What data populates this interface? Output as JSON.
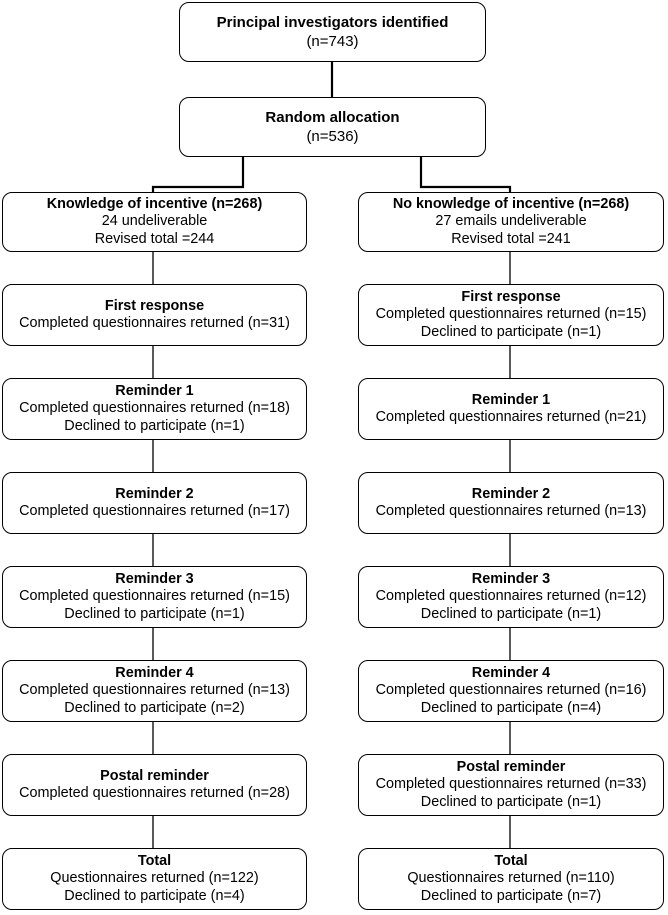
{
  "top": {
    "title": "Principal investigators identified",
    "sub": "(n=743)"
  },
  "allocation": {
    "title": "Random allocation",
    "sub": "(n=536)"
  },
  "left": {
    "header": {
      "title": "Knowledge of incentive (n=268)",
      "lines": [
        "24 undeliverable",
        "Revised total =244"
      ]
    },
    "steps": [
      {
        "title": "First response",
        "lines": [
          "Completed questionnaires returned (n=31)"
        ]
      },
      {
        "title": "Reminder 1",
        "lines": [
          "Completed questionnaires returned (n=18)",
          "Declined to participate (n=1)"
        ]
      },
      {
        "title": "Reminder 2",
        "lines": [
          "Completed questionnaires returned (n=17)"
        ]
      },
      {
        "title": "Reminder 3",
        "lines": [
          "Completed questionnaires returned (n=15)",
          "Declined to participate (n=1)"
        ]
      },
      {
        "title": "Reminder 4",
        "lines": [
          "Completed questionnaires returned (n=13)",
          "Declined to participate (n=2)"
        ]
      },
      {
        "title": "Postal reminder",
        "lines": [
          "Completed questionnaires returned (n=28)"
        ]
      },
      {
        "title": "Total",
        "lines": [
          "Questionnaires returned (n=122)",
          "Declined to participate (n=4)"
        ]
      }
    ]
  },
  "right": {
    "header": {
      "title": "No knowledge of incentive (n=268)",
      "lines": [
        "27 emails undeliverable",
        "Revised total =241"
      ]
    },
    "steps": [
      {
        "title": "First response",
        "lines": [
          "Completed questionnaires returned (n=15)",
          "Declined to participate (n=1)"
        ]
      },
      {
        "title": "Reminder 1",
        "lines": [
          "Completed questionnaires returned (n=21)"
        ]
      },
      {
        "title": "Reminder 2",
        "lines": [
          "Completed questionnaires returned (n=13)"
        ]
      },
      {
        "title": "Reminder 3",
        "lines": [
          "Completed questionnaires returned (n=12)",
          "Declined to participate (n=1)"
        ]
      },
      {
        "title": "Reminder 4",
        "lines": [
          "Completed questionnaires returned (n=16)",
          "Declined to participate (n=4)"
        ]
      },
      {
        "title": "Postal reminder",
        "lines": [
          "Completed questionnaires returned (n=33)",
          "Declined to participate (n=1)"
        ]
      },
      {
        "title": "Total",
        "lines": [
          "Questionnaires returned (n=110)",
          "Declined to participate (n=7)"
        ]
      }
    ]
  }
}
